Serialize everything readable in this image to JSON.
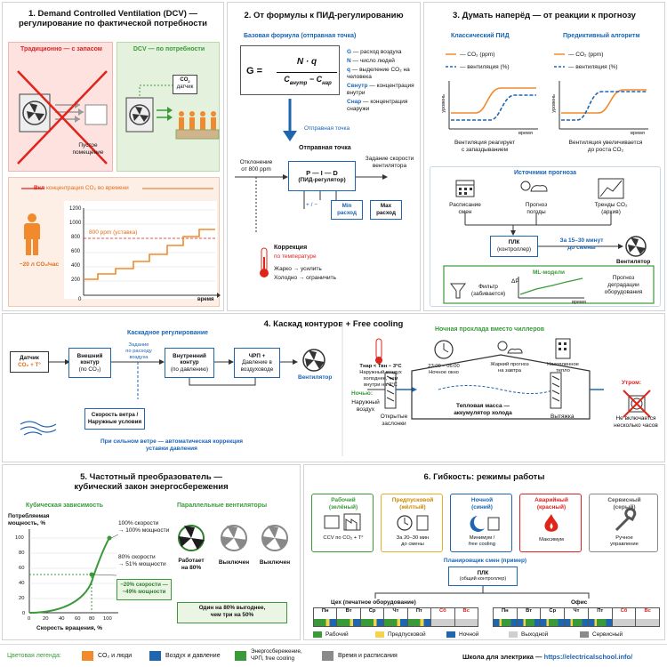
{
  "p1": {
    "title1": "1. Demand Controlled Ventilation (DCV) —",
    "title2": "регулирование по фактической потребности",
    "trad": "Традиционно — с запасом",
    "dcv": "DCV — по потребности",
    "co2_sensor1": "CO",
    "co2_sensor2": "датчик",
    "empty1": "Пустое",
    "empty2": "помещение",
    "chart_title_a": "Вкл",
    "chart_title_b": "концентрация CO₂ во времени",
    "person_label": "~20 л CO₂/час",
    "setpoint": "800 ppm (уставка)",
    "time": "время",
    "ticks": [
      "1200",
      "1000",
      "800",
      "600",
      "400",
      "200",
      "0"
    ]
  },
  "p2": {
    "title": "2. От формулы к ПИД-регулированию",
    "base": "Базовая формула (отправная точка)",
    "G": "G =",
    "num": "N · q",
    "den1": "C",
    "den1s": "внутр",
    "den2": "− C",
    "den2s": "нар",
    "leg": [
      {
        "k": "G",
        "v": "— расход воздуха"
      },
      {
        "k": "N",
        "v": "— число людей"
      },
      {
        "k": "q",
        "v": "— выделение CO₂ на человека"
      },
      {
        "k": "Cвнутр",
        "v": "— концентрация внутри"
      },
      {
        "k": "Cнар",
        "v": "— концентрация снаружи"
      }
    ],
    "start": "Отправная точка",
    "start2": "Отправная точка",
    "dev1": "Отклонение",
    "dev2": "от 800 ppm",
    "pid1": "P — I — D",
    "pid2": "(ПИД-регулятор)",
    "spd1": "Задание скорости",
    "spd2": "вентилятора",
    "pm": "+ / −",
    "min1": "Min",
    "min2": "расход",
    "max1": "Max",
    "max2": "расход",
    "corr1": "Коррекция",
    "corr2": "по температуре",
    "hot": "Жарко → усилить",
    "cold": "Холодно → ограничить"
  },
  "p3": {
    "title": "3. Думать наперёд — от реакции к прогнозу",
    "classic": "Классический ПИД",
    "predict": "Предиктивный алгоритм",
    "leg_co2": "— CO₂ (ppm)",
    "leg_vent": "— вентиляция (%)",
    "ylab": "уровень",
    "time": "время",
    "cap1a": "Вентиляция реагирует",
    "cap1b": "с запаздыванием",
    "cap2a": "Вентиляция увеличивается",
    "cap2b": "до роста CO₂",
    "sources": "Источники прогноза",
    "s1a": "Расписание",
    "s1b": "смен",
    "s2a": "Прогноз",
    "s2b": "погоды",
    "s3a": "Тренды CO₂",
    "s3b": "(архив)",
    "plc1": "ПЛК",
    "plc2": "(контроллер)",
    "ahead1": "За 15–30 минут",
    "ahead2": "до смены",
    "fan": "Вентилятор",
    "ml": "ML-модели",
    "filt1": "Фильтр",
    "filt2": "(забивается)",
    "dp": "ΔP",
    "vr": "время",
    "deg1": "Прогноз",
    "deg2": "деградации",
    "deg3": "оборудования"
  },
  "p4": {
    "title": "4. Каскад контуров + Free cooling",
    "cascade": "Каскадное регулирование",
    "sensor1": "Датчик",
    "sensor2": "CO₂ + T°",
    "outer1": "Внешний",
    "outer2": "контур",
    "outer3": "(по CO₂)",
    "task1": "Задание",
    "task2": "по расходу",
    "task3": "воздуха",
    "inner1": "Внутренний",
    "inner2": "контур",
    "inner3": "(по давлению)",
    "vfd1": "ЧРП +",
    "vfd2": "Давление в",
    "vfd3": "воздуховоде",
    "fan": "Вентилятор",
    "wind1": "Скорость ветра /",
    "wind2": "Наружные условия",
    "strong1": "При сильном ветре — автоматическая коррекция",
    "strong2": "уставки давления",
    "night": "Ночная прохлада вместо чиллеров",
    "tcond1": "Тнар < Твн − 3°C",
    "tcond2": "Наружный воздух",
    "tcond3": "холоднее, чем",
    "tcond4": "внутри на 3°C",
    "clock1": "23:00 – 06:00",
    "clock2": "Ночное окно",
    "hot1": "Жаркий прогноз",
    "hot2": "на завтра",
    "acc1": "Накопленное",
    "acc2": "тепло",
    "nightw": "Ночью:",
    "outa1": "Наружный",
    "outa2": "воздух",
    "open1": "Открытые",
    "open2": "заслонки",
    "mass1": "Тепловая масса —",
    "mass2": "аккумулятор холода",
    "exh": "Вытяжка",
    "morn": "Утром:",
    "noch1": "Не включается",
    "noch2": "несколько часов"
  },
  "p5": {
    "title1": "5. Частотный преобразователь —",
    "title2": "кубический закон энергосбережения",
    "cubic": "Кубическая зависимость",
    "par": "Параллельные вентиляторы",
    "ylab1": "Потребляемая",
    "ylab2": "мощность, %",
    "xlab": "Скорость вращения, %",
    "yticks": [
      "100",
      "80",
      "60",
      "40",
      "20",
      "0"
    ],
    "xticks": [
      "0",
      "20",
      "40",
      "60",
      "80",
      "100"
    ],
    "a1": "100% скорости",
    "a2": "→ 100% мощности",
    "b1": "80% скорости",
    "b2": "→ 51% мощности",
    "c1": "−20% скорости —",
    "c2": "−49% мощности",
    "f1a": "Работает",
    "f1b": "на 80%",
    "f2": "Выключен",
    "f3": "Выключен",
    "note1": "Один на 80% выгоднее,",
    "note2": "чем три на 50%"
  },
  "p6": {
    "title": "6. Гибкость: режимы работы",
    "m": [
      {
        "h1": "Рабочий",
        "h2": "(зелёный)",
        "d1": "CCV по CO₂ + T°",
        "d2": ""
      },
      {
        "h1": "Предпусковой",
        "h2": "(жёлтый)",
        "d1": "За 20–30 мин",
        "d2": "до смены"
      },
      {
        "h1": "Ночной",
        "h2": "(синий)",
        "d1": "Минимум /",
        "d2": "free cooling"
      },
      {
        "h1": "Аварийный",
        "h2": "(красный)",
        "d1": "Максимум",
        "d2": ""
      },
      {
        "h1": "Сервисный",
        "h2": "(серый)",
        "d1": "Ручное",
        "d2": "управление"
      }
    ],
    "sched": "Планировщик смен (пример)",
    "plc1": "ПЛК",
    "plc2": "(общий контроллер)",
    "shop": "Цех (печатное оборудование)",
    "office": "Офис",
    "days": [
      "Пн",
      "Вт",
      "Ср",
      "Чт",
      "Пт",
      "Сб",
      "Вс"
    ],
    "k1": "Рабочий",
    "k2": "Предпусковой",
    "k3": "Ночной",
    "k4": "Выходной",
    "k5": "Сервисный"
  },
  "legend": {
    "label": "Цветовая легенда:",
    "i1": "CO₂ и люди",
    "i2": "Воздух и давление",
    "i3a": "Энергосбережение,",
    "i3b": "ЧРП, free cooling",
    "i4": "Время и расписания",
    "school": "Школа для электрика —",
    "url": "https://electricalschool.info/",
    "c_orange": "#f08a2c",
    "c_blue": "#1f65b0",
    "c_green": "#3a9a3a",
    "c_gray": "#8a8a8a"
  }
}
